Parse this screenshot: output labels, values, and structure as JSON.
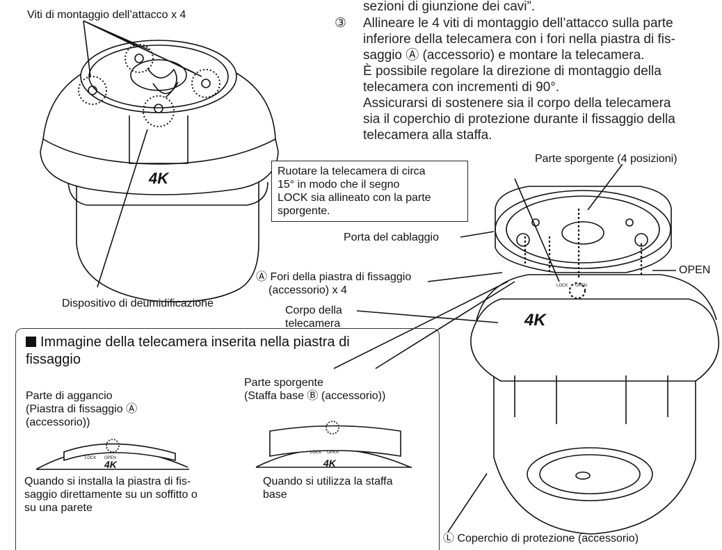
{
  "labels": {
    "screws": "Viti di montaggio dell’attacco x 4",
    "dehumid": "Dispositivo di deumidificazione",
    "protruding": "Parte sporgente (4 posizioni)",
    "wiring_port": "Porta del cablaggio",
    "holes_line1": "Ⓐ Fori della piastra di fissaggio",
    "holes_line2": "(accessorio) x 4",
    "open": "OPEN",
    "body_line1": "Corpo della",
    "body_line2": "telecamera",
    "cover": "Ⓛ Coperchio di protezione (accessorio)",
    "logo": "4K",
    "lock_small": "LOCK",
    "open_small": "OPEN"
  },
  "instructions": {
    "top_fragment": "sezioni di giunzione dei cavi”.",
    "step_number": "③",
    "step_line1": "Allineare le 4 viti di montaggio dell’attacco sulla parte",
    "step_line2": "inferiore della telecamera con i fori nella piastra di fis-",
    "step_line3": "saggio Ⓐ (accessorio) e montare la telecamera.",
    "step_line4": "È possibile regolare la direzione di montaggio della",
    "step_line5": "telecamera con incrementi di 90°.",
    "step_line6": "Assicurarsi di sostenere sia il corpo della telecamera",
    "step_line7": "sia il coperchio di protezione durante il fissaggio della",
    "step_line8": "telecamera alla staffa."
  },
  "callout": {
    "line1": "Ruotare la telecamera di circa",
    "line2": "15° in modo che il segno",
    "line3": "LOCK sia allineato con la parte",
    "line4": "sporgente."
  },
  "panel": {
    "title_line1": "Immagine della telecamera inserita nella piastra di",
    "title_line2": "fissaggio",
    "left_line1": "Parte di aggancio",
    "left_line2": "(Piastra di fissaggio Ⓐ",
    "left_line3": "(accessorio))",
    "right_line1": "Parte sporgente",
    "right_line2": "(Staffa base Ⓑ (accessorio))",
    "cap_left_line1": "Quando si installa la piastra di fis-",
    "cap_left_line2": "saggio direttamente su un soffitto o",
    "cap_left_line3": "su una parete",
    "cap_right_line1": "Quando si utilizza la staffa",
    "cap_right_line2": "base"
  }
}
